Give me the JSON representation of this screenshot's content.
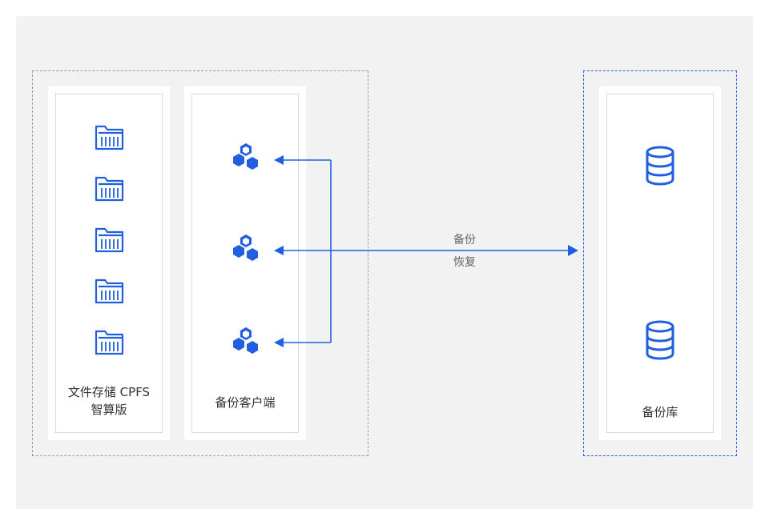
{
  "cpfs": {
    "label_line1": "文件存储 CPFS",
    "label_line2": "智算版",
    "icon_count": 5
  },
  "client": {
    "label": "备份客户端",
    "icon_count": 3
  },
  "repository": {
    "label": "备份库",
    "icon_count": 2
  },
  "arrow": {
    "label_top": "备份",
    "label_bottom": "恢复"
  },
  "colors": {
    "accent": "#1f5fe0",
    "dashed_left": "#9a9a9a",
    "dashed_right": "#2f64d8",
    "background": "#f2f2f2"
  }
}
